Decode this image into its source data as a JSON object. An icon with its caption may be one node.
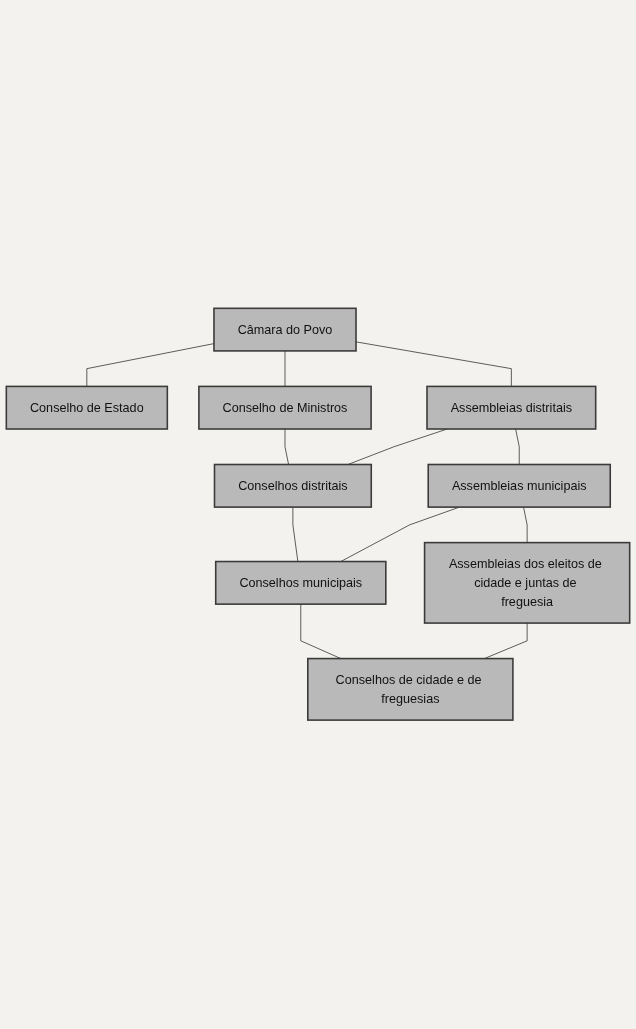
{
  "diagram": {
    "nodes": [
      {
        "text": [
          "Câmara do Povo"
        ]
      },
      {
        "text": [
          "Conselho de Estado"
        ]
      },
      {
        "text": [
          "Conselho de Ministros"
        ]
      },
      {
        "text": [
          "Assembleias distritais"
        ]
      },
      {
        "text": [
          "Conselhos distritais"
        ]
      },
      {
        "text": [
          "Assembleias municipais"
        ]
      },
      {
        "text": [
          "Conselhos municipais"
        ]
      },
      {
        "text": [
          "Assembleias dos eleitos de cidade e juntas de freguesia"
        ]
      },
      {
        "text": [
          "Conselhos de cidade e de freguesias"
        ]
      }
    ],
    "edges": [
      {
        "from": 0,
        "to": 1,
        "arrow": "none"
      },
      {
        "from": 0,
        "to": 2,
        "arrow": "none"
      },
      {
        "from": 0,
        "to": 3,
        "arrow": "none"
      },
      {
        "from": 2,
        "to": 4,
        "arrow": "none"
      },
      {
        "from": 3,
        "to": 4,
        "arrow": "none"
      },
      {
        "from": 3,
        "to": 5,
        "arrow": "none"
      },
      {
        "from": 4,
        "to": 6,
        "arrow": "none"
      },
      {
        "from": 5,
        "to": 6,
        "arrow": "none"
      },
      {
        "from": 5,
        "to": 7,
        "arrow": "none"
      },
      {
        "from": 6,
        "to": 8,
        "arrow": "none"
      },
      {
        "from": 7,
        "to": 8,
        "arrow": "none"
      }
    ]
  }
}
